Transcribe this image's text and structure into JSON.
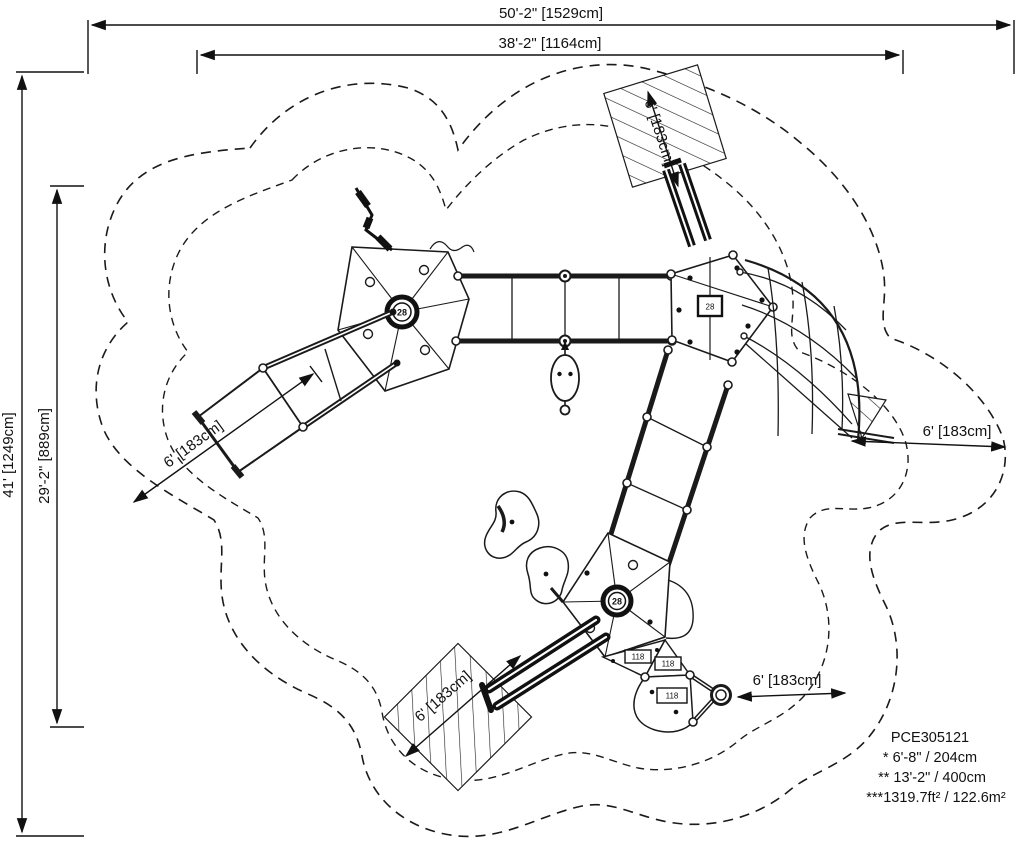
{
  "drawing": {
    "dims": {
      "top_outer": "50'-2\" [1529cm]",
      "top_inner": "38'-2\" [1164cm]",
      "left_outer": "41' [1249cm]",
      "left_inner": "29'-2\" [889cm]",
      "clearance": "6' [183cm]"
    },
    "markers": {
      "deck": "28",
      "panel": "118"
    },
    "footer": {
      "model": "PCE305121",
      "note1": "* 6'-8\" / 204cm",
      "note2": "** 13'-2\" / 400cm",
      "note3": "***1319.7ft² / 122.6m²"
    },
    "colors": {
      "line": "#1a1a1a",
      "background": "#ffffff"
    }
  }
}
